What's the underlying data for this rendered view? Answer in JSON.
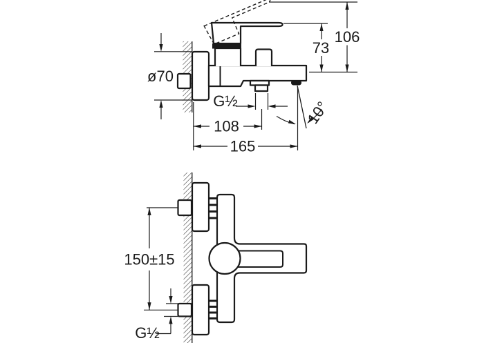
{
  "drawing": {
    "title": "bath-mixer-installation-dimensions",
    "background": "#ffffff",
    "line_color": "#1a1a1a",
    "side_view": {
      "labels": {
        "flange_diameter": "ø70",
        "lever_height": "73",
        "max_lever_height": "106",
        "outlet_thread": "G½",
        "outlet_depth": "108",
        "total_depth": "165",
        "spout_angle": "10°"
      }
    },
    "front_view": {
      "labels": {
        "inlet_spacing": "150±15",
        "inlet_thread": "G½"
      }
    }
  }
}
